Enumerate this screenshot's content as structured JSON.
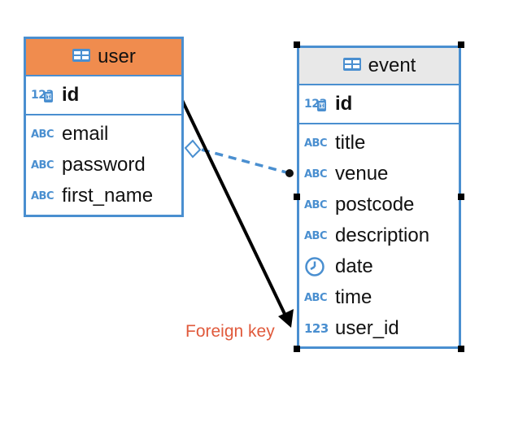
{
  "user_table": {
    "name": "user",
    "header_color": "#f08c4e",
    "columns": [
      {
        "name": "id",
        "type_label": "123",
        "primary_key": true
      },
      {
        "name": "email",
        "type_label": "ABC"
      },
      {
        "name": "password",
        "type_label": "ABC"
      },
      {
        "name": "first_name",
        "type_label": "ABC"
      }
    ]
  },
  "event_table": {
    "name": "event",
    "header_color": "#e8e8e8",
    "columns": [
      {
        "name": "id",
        "type_label": "123",
        "primary_key": true
      },
      {
        "name": "title",
        "type_label": "ABC"
      },
      {
        "name": "venue",
        "type_label": "ABC"
      },
      {
        "name": "postcode",
        "type_label": "ABC"
      },
      {
        "name": "description",
        "type_label": "ABC"
      },
      {
        "name": "date",
        "type_label": "clock-icon"
      },
      {
        "name": "time",
        "type_label": "ABC"
      },
      {
        "name": "user_id",
        "type_label": "123"
      }
    ]
  },
  "annotation": {
    "text": "Foreign key",
    "color": "#e05a3c"
  },
  "colors": {
    "border": "#4a8fd0",
    "arrow": "#000000"
  }
}
